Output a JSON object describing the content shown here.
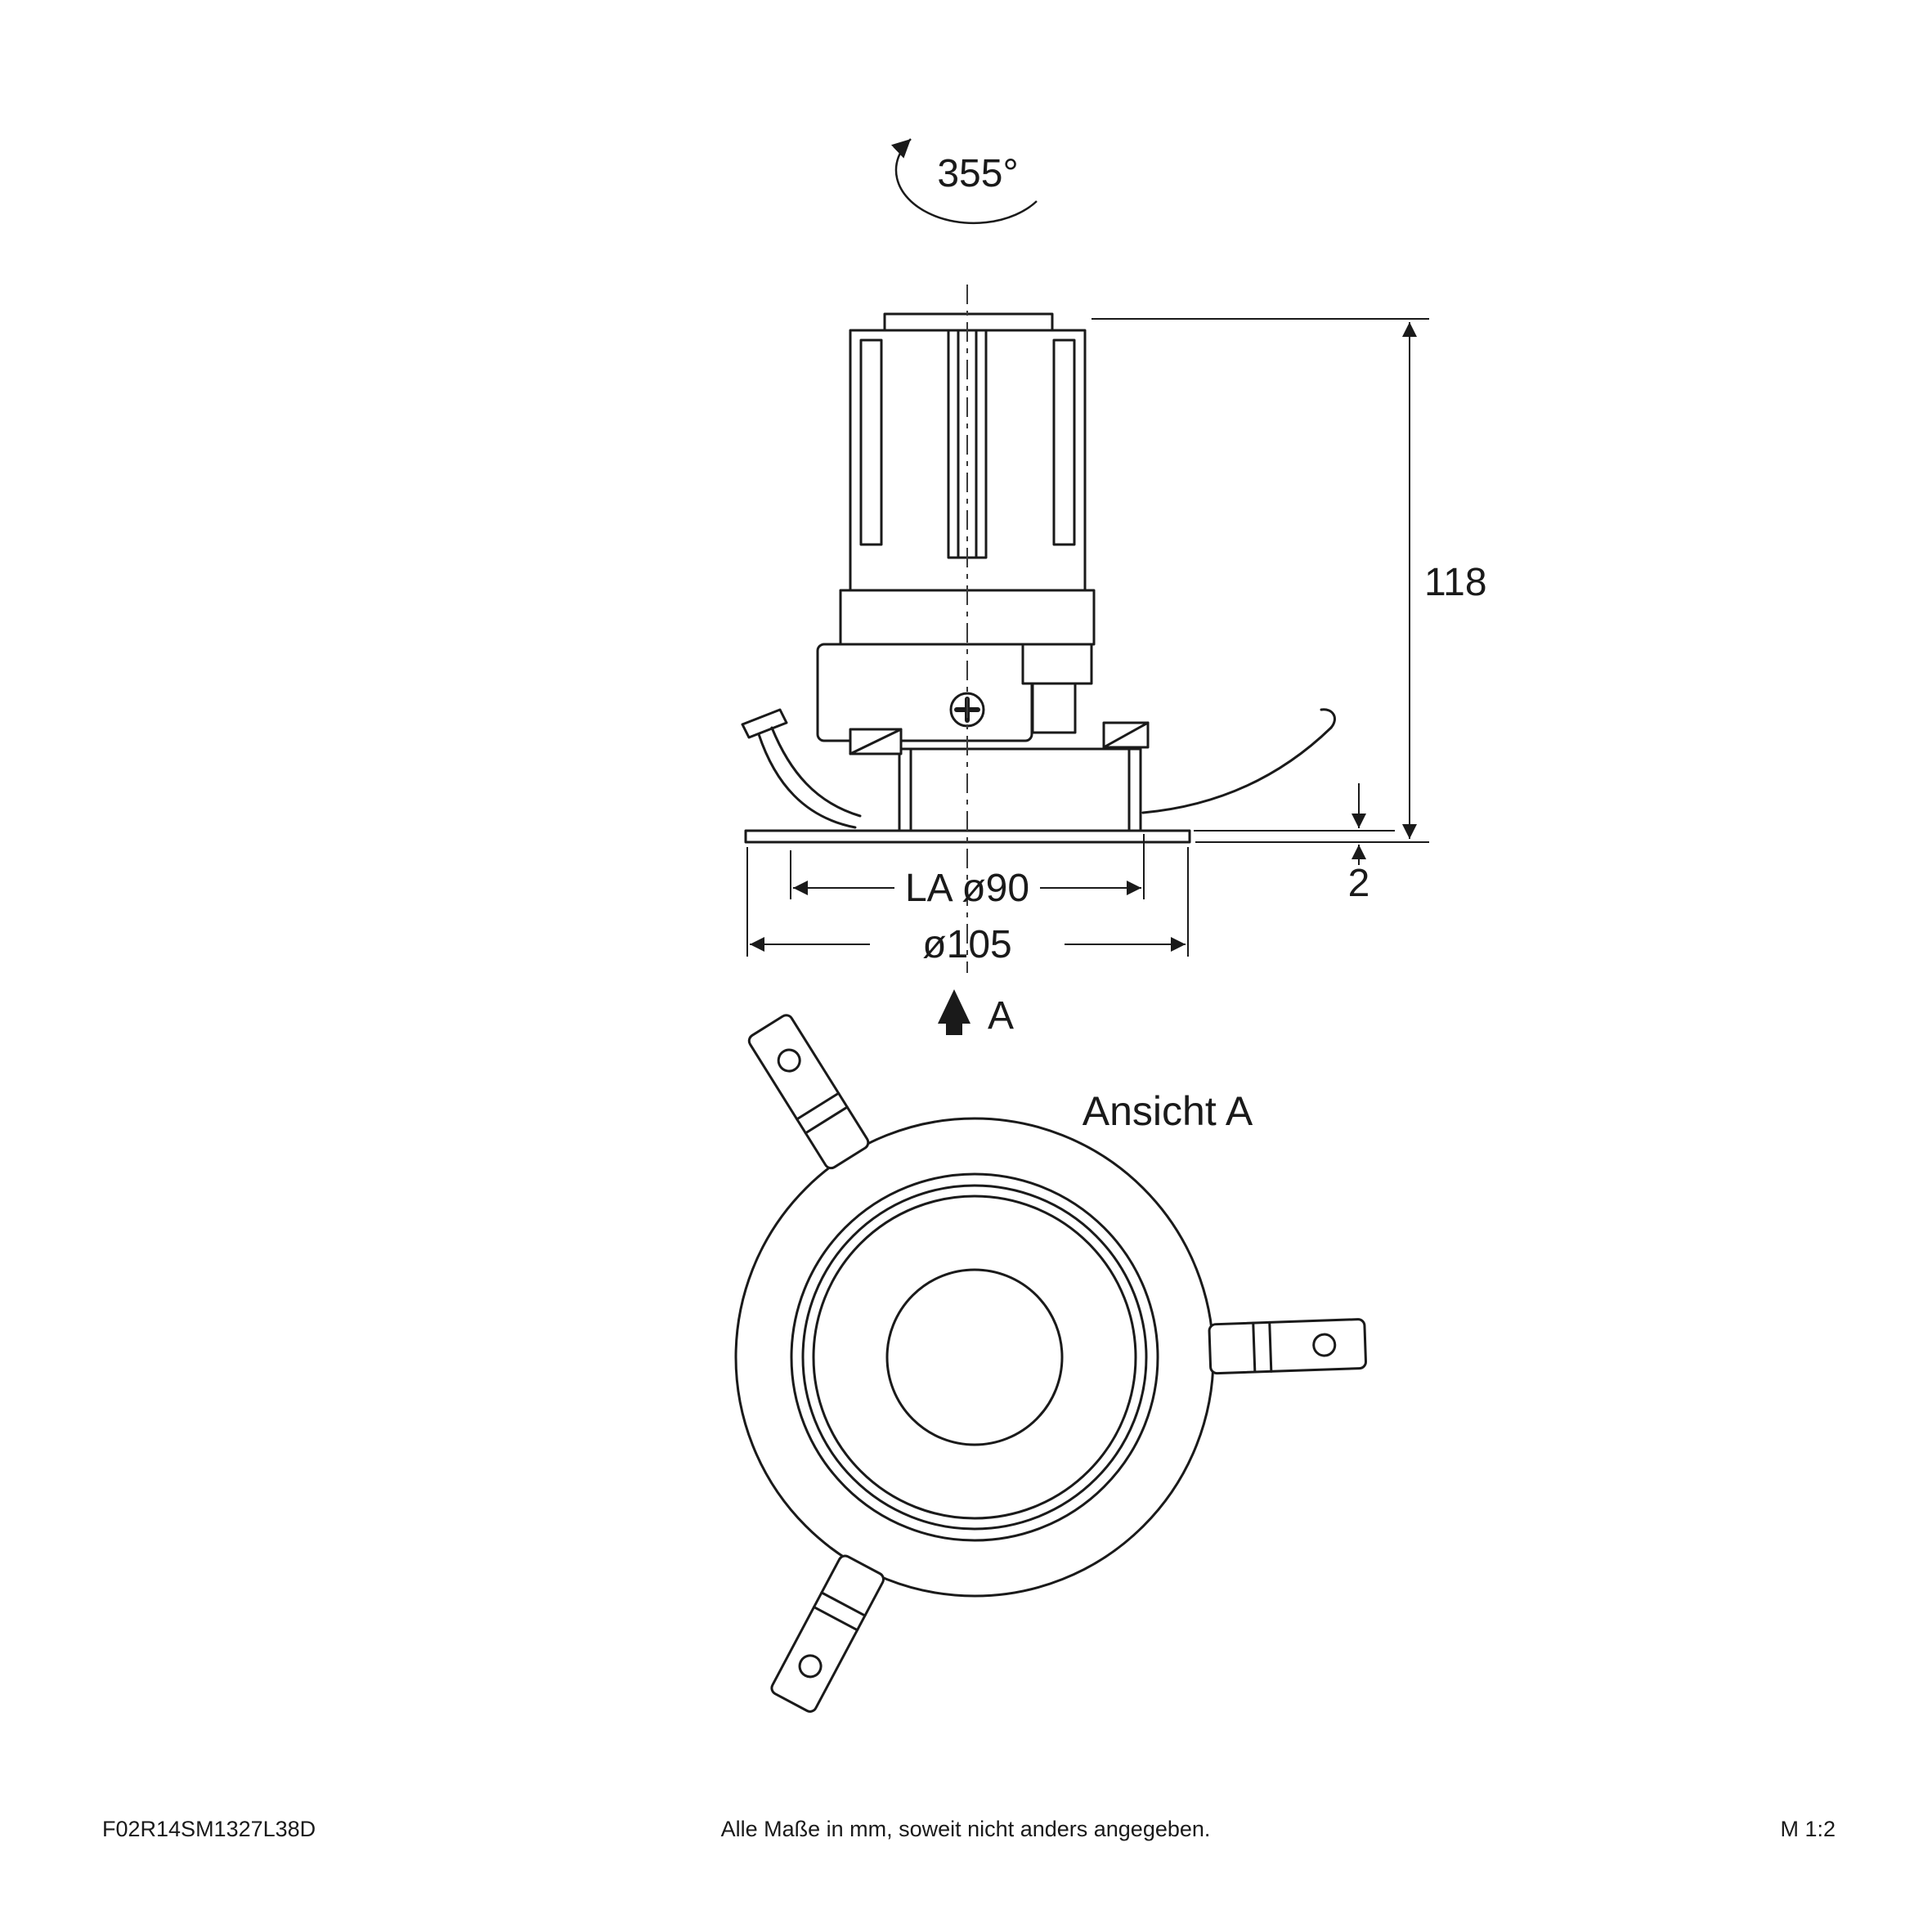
{
  "drawing": {
    "labels": {
      "rotation_angle": "355°",
      "overall_height": "118",
      "flange_thickness": "2",
      "cutout_diameter": "LA ø90",
      "outer_diameter": "ø105",
      "view_marker": "A",
      "view_title": "Ansicht A"
    },
    "footer": {
      "part_number": "F02R14SM1327L38D",
      "note": "Alle Maße in mm, soweit nicht anders angegeben.",
      "scale": "M 1:2"
    },
    "colors": {
      "line": "#1a1a1a",
      "background": "#ffffff"
    }
  }
}
